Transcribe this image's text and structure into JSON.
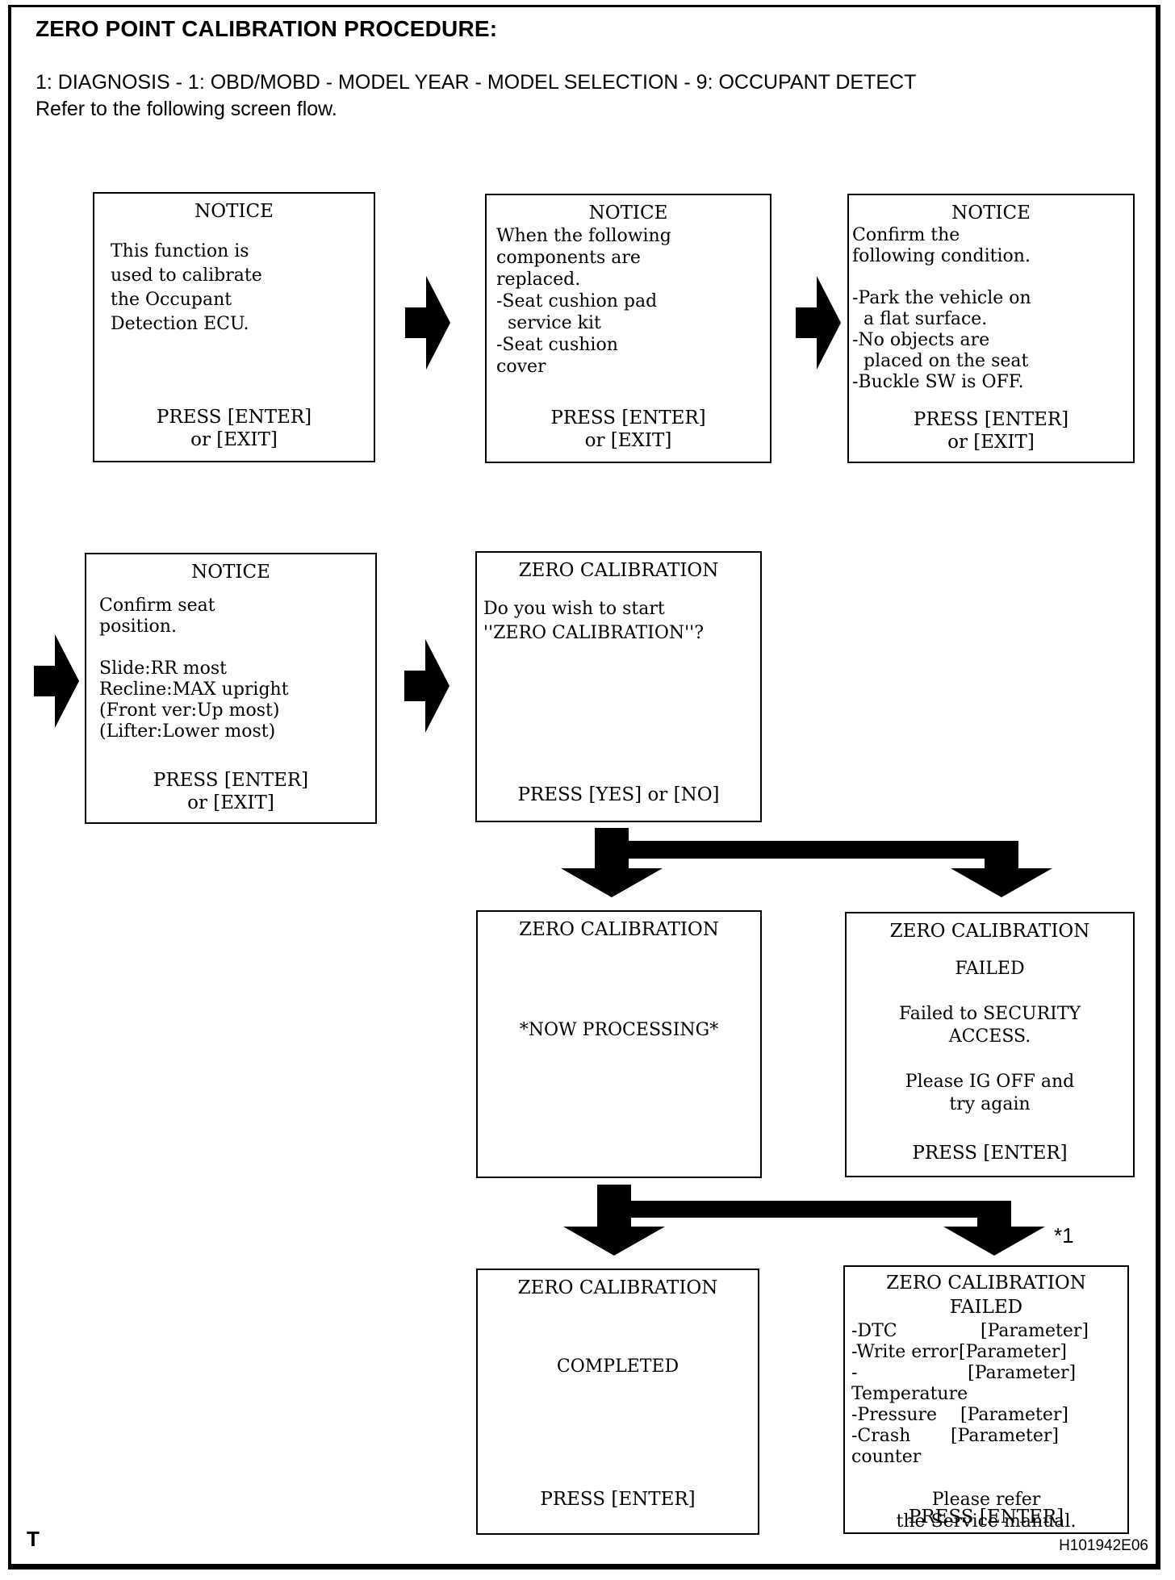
{
  "header": {
    "title": "ZERO POINT CALIBRATION PROCEDURE:",
    "path": "1: DIAGNOSIS - 1: OBD/MOBD - MODEL YEAR - MODEL SELECTION - 9: OCCUPANT DETECT",
    "note": "Refer to the following screen flow."
  },
  "screens": [
    {
      "title": "NOTICE",
      "lines": [
        "This function is",
        "used to calibrate",
        "the Occupant",
        "Detection ECU."
      ],
      "press": [
        "PRESS [ENTER]",
        "or [EXIT]"
      ]
    },
    {
      "title": "NOTICE",
      "lines": [
        "When the following",
        "components are",
        "replaced.",
        "-Seat cushion pad",
        "  service kit",
        "-Seat cushion",
        "cover"
      ],
      "press": [
        "PRESS [ENTER]",
        "or [EXIT]"
      ]
    },
    {
      "title": "NOTICE",
      "lines": [
        "Confirm the",
        "following condition.",
        "",
        "-Park the vehicle on",
        "  a flat surface.",
        "-No objects are",
        "  placed on the seat",
        "-Buckle SW is OFF."
      ],
      "press": [
        "PRESS [ENTER]",
        "or [EXIT]"
      ]
    },
    {
      "title": "NOTICE",
      "lines": [
        "Confirm seat",
        "position.",
        "",
        "Slide:RR most",
        "Recline:MAX upright",
        "(Front ver:Up most)",
        "(Lifter:Lower most)"
      ],
      "press": [
        "PRESS [ENTER]",
        "or [EXIT]"
      ]
    },
    {
      "title": "ZERO CALIBRATION",
      "lines": [
        "Do you wish to start",
        "''ZERO CALIBRATION''?"
      ],
      "press": [
        "PRESS [YES] or [NO]"
      ]
    },
    {
      "title": "ZERO CALIBRATION",
      "mid": [
        "*NOW PROCESSING*"
      ]
    },
    {
      "title": "ZERO CALIBRATION",
      "mid": [
        "FAILED",
        "",
        "Failed to SECURITY",
        "ACCESS.",
        "",
        "Please IG OFF and",
        "try again"
      ],
      "press": [
        "PRESS [ENTER]"
      ]
    },
    {
      "title": "ZERO CALIBRATION",
      "mid": [
        "COMPLETED"
      ],
      "press": [
        "PRESS [ENTER]"
      ]
    },
    {
      "title": "ZERO CALIBRATION",
      "subtitle": "FAILED",
      "params": [
        {
          "label": "-DTC",
          "value": "[Parameter]"
        },
        {
          "label": "-Write error",
          "value": "[Parameter]"
        },
        {
          "label": "-Temperature",
          "value": "[Parameter]"
        },
        {
          "label": "-Pressure",
          "value": "[Parameter]"
        },
        {
          "label": "-Crash counter",
          "value": "[Parameter]"
        }
      ],
      "tail": [
        "Please refer",
        "the Service manual."
      ],
      "press": [
        "PRESS [ENTER]"
      ]
    }
  ],
  "annotations": {
    "footnote": "*1",
    "page_marker": "T",
    "figure_code": "H101942E06"
  },
  "icons": {
    "flow_arrow": "solid-right-block-arrow",
    "branch_arrow": "solid-down-branch-arrow"
  },
  "colors": {
    "ink": "#000000",
    "paper": "#ffffff"
  }
}
